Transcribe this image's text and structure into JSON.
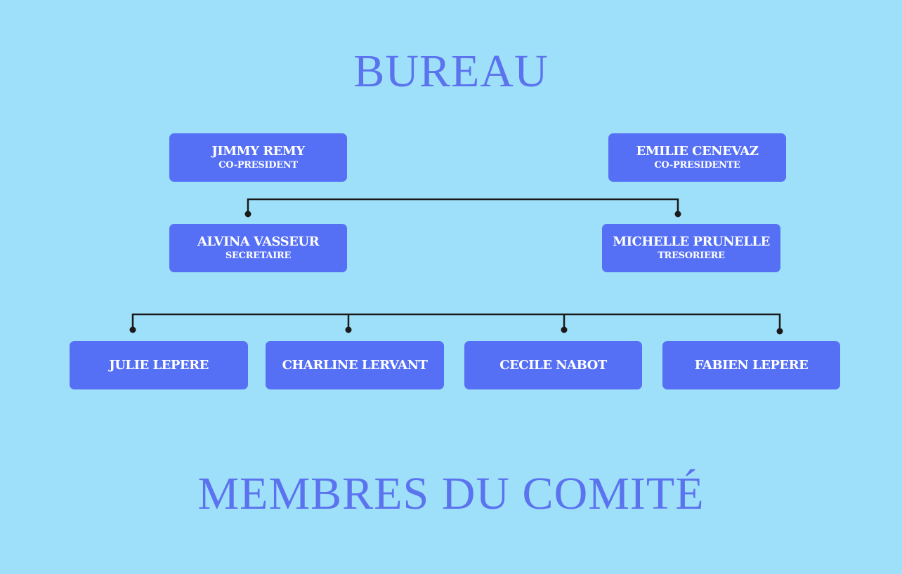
{
  "titles": {
    "bureau": "BUREAU",
    "comite": "MEMBRES DU COMITÉ"
  },
  "bureau": {
    "co_president": {
      "name": "JIMMY REMY",
      "role": "CO-PRESIDENT"
    },
    "co_presidente": {
      "name": "EMILIE CENEVAZ",
      "role": "CO-PRESIDENTE"
    },
    "secretaire": {
      "name": "ALVINA VASSEUR",
      "role": "SECRETAIRE"
    },
    "tresoriere": {
      "name": "MICHELLE PRUNELLE",
      "role": "TRESORIERE"
    }
  },
  "comite": [
    {
      "name": "JULIE LEPERE"
    },
    {
      "name": "CHARLINE LERVANT"
    },
    {
      "name": "CECILE NABOT"
    },
    {
      "name": "FABIEN LEPERE"
    }
  ],
  "colors": {
    "background": "#9ee0f9",
    "box": "#5570f5",
    "title": "#5b73ee",
    "connector": "#1a1a1a"
  }
}
